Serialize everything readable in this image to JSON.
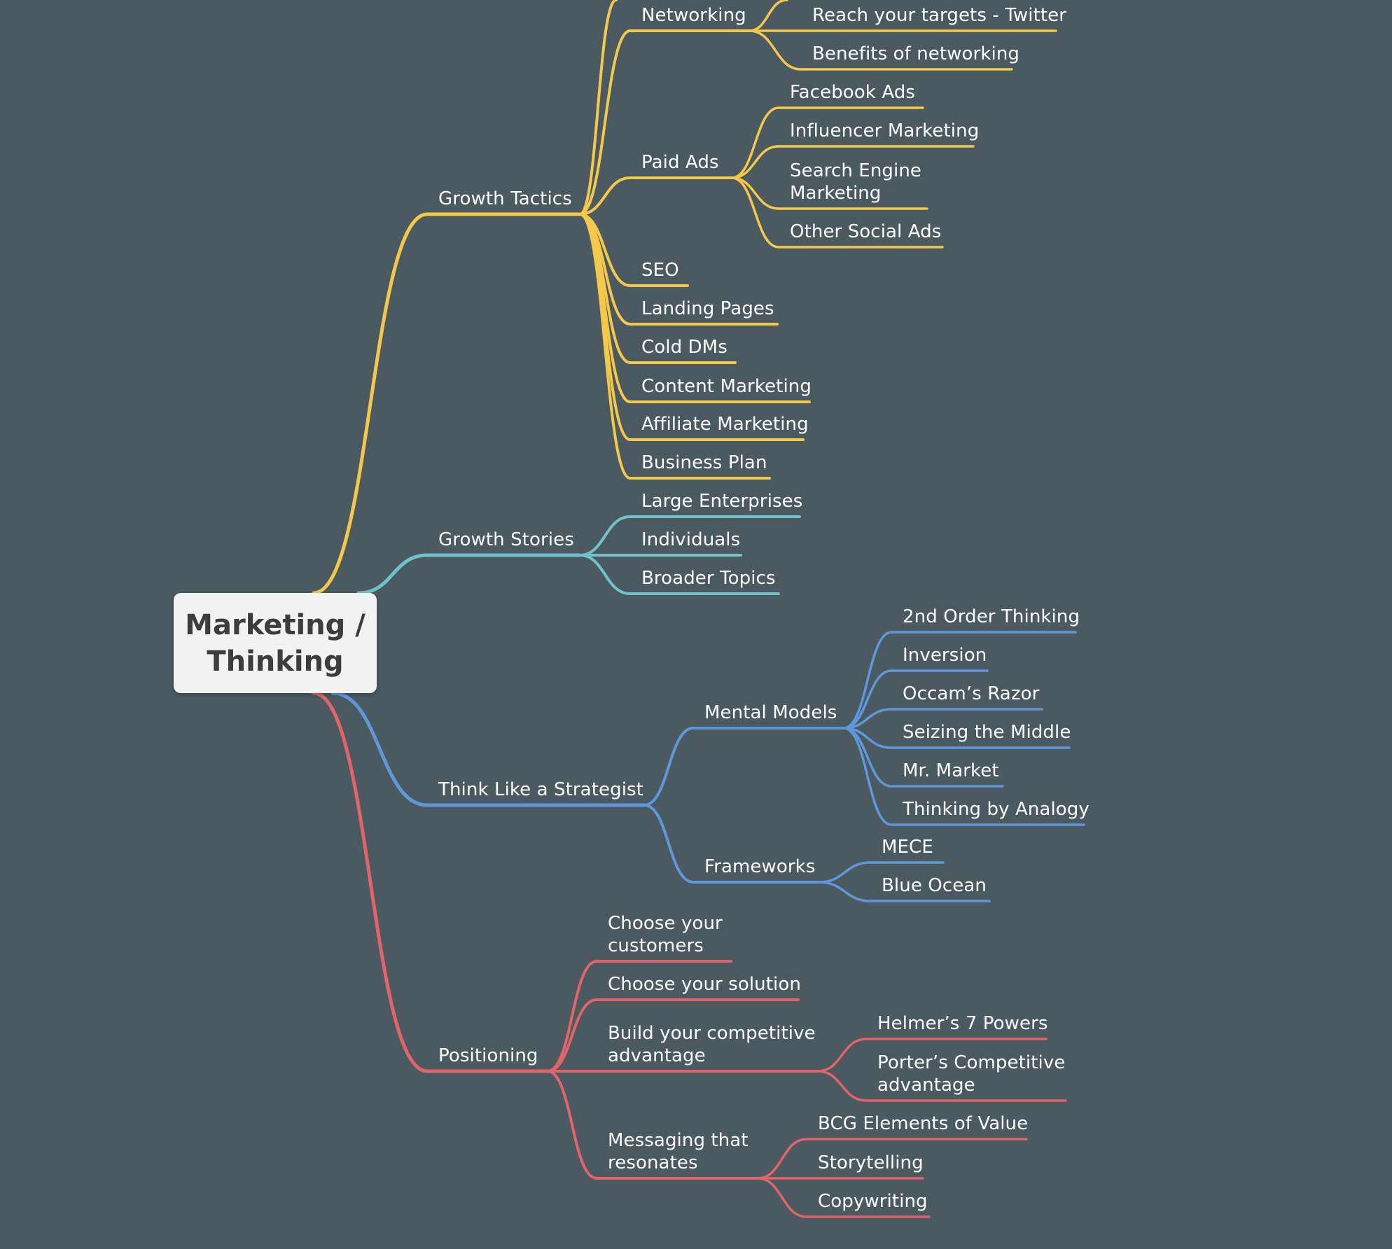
{
  "root": {
    "label": "Marketing /\nThinking"
  },
  "colors": {
    "background": "#4b5961",
    "growth_tactics": "#f4c84b",
    "growth_stories": "#6fc3c8",
    "strategist": "#5f98d8",
    "positioning": "#e0646a",
    "text": "#ffffff"
  },
  "branches": {
    "growth_tactics": {
      "label": "Growth Tactics",
      "networking": {
        "label": "Networking",
        "children": [
          "Reach your targets - Twitter",
          "Benefits of networking"
        ]
      },
      "paid_ads": {
        "label": "Paid Ads",
        "children": [
          "Facebook Ads",
          "Influencer Marketing",
          "Search Engine\nMarketing",
          "Other Social Ads"
        ]
      },
      "items": [
        "SEO",
        "Landing Pages",
        "Cold DMs",
        "Content Marketing",
        "Affiliate Marketing",
        "Business Plan"
      ]
    },
    "growth_stories": {
      "label": "Growth Stories",
      "children": [
        "Large Enterprises",
        "Individuals",
        "Broader Topics"
      ]
    },
    "strategist": {
      "label": "Think Like a Strategist",
      "mental_models": {
        "label": "Mental Models",
        "children": [
          "2nd Order Thinking",
          "Inversion",
          "Occam’s Razor",
          "Seizing the Middle",
          "Mr. Market",
          "Thinking by Analogy"
        ]
      },
      "frameworks": {
        "label": "Frameworks",
        "children": [
          "MECE",
          "Blue Ocean"
        ]
      }
    },
    "positioning": {
      "label": "Positioning",
      "customers": "Choose your\ncustomers",
      "solution": "Choose your solution",
      "advantage": {
        "label": "Build your competitive\nadvantage",
        "children": [
          "Helmer’s 7 Powers",
          "Porter’s Competitive\nadvantage"
        ]
      },
      "messaging": {
        "label": "Messaging that\nresonates",
        "children": [
          "BCG Elements of Value",
          "Storytelling",
          "Copywriting"
        ]
      }
    }
  }
}
